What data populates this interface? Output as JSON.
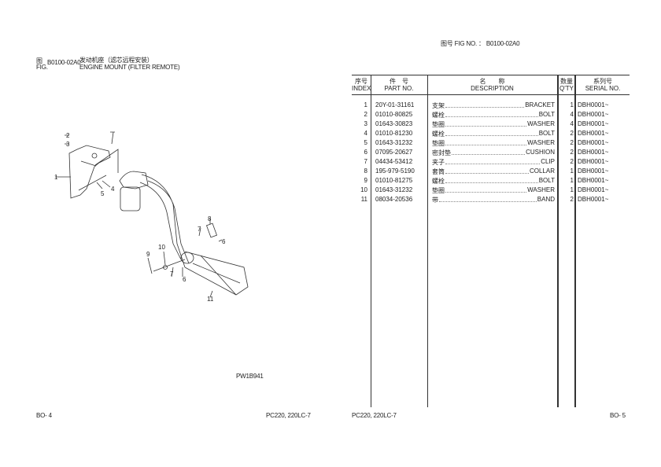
{
  "header": {
    "fig_no_label": "图号 FIG NO. ：",
    "fig_no": "B0100-02A0"
  },
  "figure": {
    "fig_label_cn": "图",
    "fig_label_en": "FIG.",
    "fig_code": "B0100-02A0",
    "title_cn": "发动机座（滤芯远程安装）",
    "title_en": "ENGINE MOUNT (FILTER REMOTE)",
    "drawing_code": "PW1B941",
    "callouts": [
      "1",
      "2",
      "3",
      "4",
      "5",
      "6",
      "6",
      "7",
      "7",
      "8",
      "9",
      "10",
      "11"
    ]
  },
  "table": {
    "headers": {
      "index_cn": "序号",
      "index_en": "INDEX",
      "part_cn": "件　号",
      "part_en": "PART NO.",
      "desc_cn": "名　　称",
      "desc_en": "DESCRIPTION",
      "qty_cn": "数量",
      "qty_en": "Q'TY",
      "serial_cn": "系列号",
      "serial_en": "SERIAL NO."
    },
    "rows": [
      {
        "index": "1",
        "part": "20Y-01-31161",
        "cn": "支架",
        "en": "BRACKET",
        "qty": "1",
        "serial": "DBH0001~"
      },
      {
        "index": "2",
        "part": "01010-80825",
        "cn": "螺栓",
        "en": "BOLT",
        "qty": "4",
        "serial": "DBH0001~"
      },
      {
        "index": "3",
        "part": "01643-30823",
        "cn": "垫圈",
        "en": "WASHER",
        "qty": "4",
        "serial": "DBH0001~"
      },
      {
        "index": "4",
        "part": "01010-81230",
        "cn": "螺栓",
        "en": "BOLT",
        "qty": "2",
        "serial": "DBH0001~"
      },
      {
        "index": "5",
        "part": "01643-31232",
        "cn": "垫圈",
        "en": "WASHER",
        "qty": "2",
        "serial": "DBH0001~"
      },
      {
        "index": "6",
        "part": "07095-20627",
        "cn": "密封垫",
        "en": "CUSHION",
        "qty": "2",
        "serial": "DBH0001~"
      },
      {
        "index": "7",
        "part": "04434-53412",
        "cn": "夹子",
        "en": "CLIP",
        "qty": "2",
        "serial": "DBH0001~"
      },
      {
        "index": "8",
        "part": "195-979-5190",
        "cn": "套筒",
        "en": "COLLAR",
        "qty": "1",
        "serial": "DBH0001~"
      },
      {
        "index": "9",
        "part": "01010-81275",
        "cn": "螺栓",
        "en": "BOLT",
        "qty": "1",
        "serial": "DBH0001~"
      },
      {
        "index": "10",
        "part": "01643-31232",
        "cn": "垫圈",
        "en": "WASHER",
        "qty": "1",
        "serial": "DBH0001~"
      },
      {
        "index": "11",
        "part": "08034-20536",
        "cn": "带",
        "en": "BAND",
        "qty": "2",
        "serial": "DBH0001~"
      }
    ]
  },
  "footer": {
    "left_page": "BO- 4",
    "left_model": "PC220, 220LC-7",
    "right_model": "PC220, 220LC-7",
    "right_page": "BO- 5"
  }
}
